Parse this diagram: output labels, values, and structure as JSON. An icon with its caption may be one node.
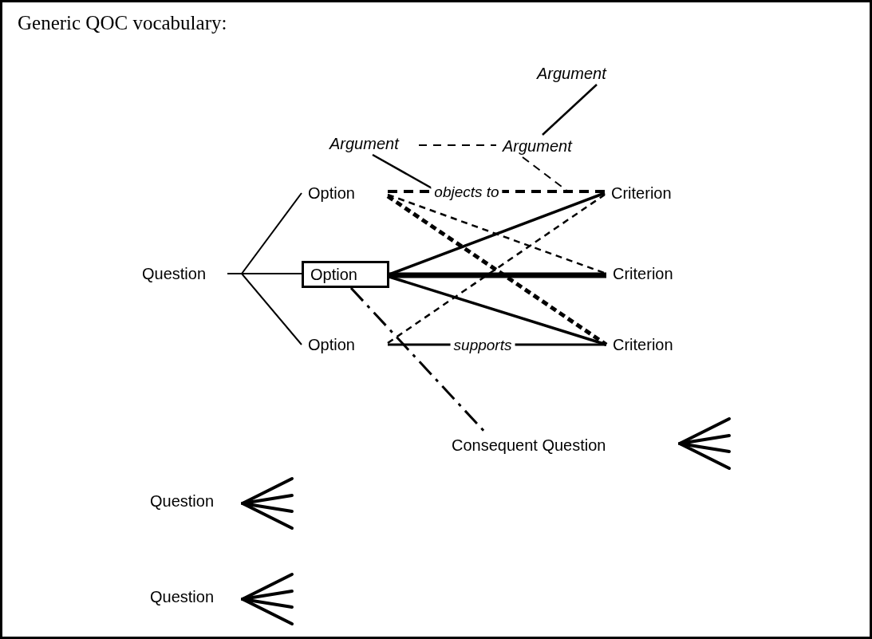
{
  "diagram": {
    "title": "Generic QOC vocabulary:",
    "nodes": [
      {
        "text": [
          "Question"
        ]
      },
      {
        "text": [
          "Option"
        ]
      },
      {
        "text": [
          "Option"
        ]
      },
      {
        "text": [
          "Option"
        ]
      },
      {
        "text": [
          "Criterion"
        ]
      },
      {
        "text": [
          "Criterion"
        ]
      },
      {
        "text": [
          "Criterion"
        ]
      },
      {
        "text": [
          "Argument"
        ]
      },
      {
        "text": [
          "Argument"
        ]
      },
      {
        "text": [
          "Argument"
        ]
      },
      {
        "text": [
          "Consequent Question"
        ]
      },
      {
        "text": [
          "Question"
        ]
      },
      {
        "text": [
          "Question"
        ]
      }
    ],
    "edges": [
      {
        "from": 0,
        "to": 1,
        "arrow": "none"
      },
      {
        "from": 0,
        "to": 2,
        "arrow": "none"
      },
      {
        "from": 0,
        "to": 3,
        "arrow": "none"
      },
      {
        "from": 1,
        "to": 4,
        "arrow": "none",
        "label": "objects to",
        "style": "dashed"
      },
      {
        "from": 1,
        "to": 5,
        "arrow": "none",
        "style": "dashed"
      },
      {
        "from": 1,
        "to": 6,
        "arrow": "none",
        "style": "dashed"
      },
      {
        "from": 2,
        "to": 4,
        "arrow": "none"
      },
      {
        "from": 2,
        "to": 5,
        "arrow": "none",
        "style": "thick"
      },
      {
        "from": 2,
        "to": 6,
        "arrow": "none"
      },
      {
        "from": 3,
        "to": 4,
        "arrow": "none",
        "style": "dashed"
      },
      {
        "from": 3,
        "to": 6,
        "arrow": "none",
        "label": "supports"
      },
      {
        "from": 2,
        "to": 10,
        "arrow": "none",
        "style": "dashed"
      },
      {
        "from": 7,
        "to": null,
        "arrow": "none"
      },
      {
        "from": 7,
        "to": 8,
        "arrow": "none",
        "style": "dashed"
      },
      {
        "from": 9,
        "to": 8,
        "arrow": "none"
      },
      {
        "from": 8,
        "to": null,
        "arrow": "none",
        "style": "dashed"
      }
    ]
  }
}
